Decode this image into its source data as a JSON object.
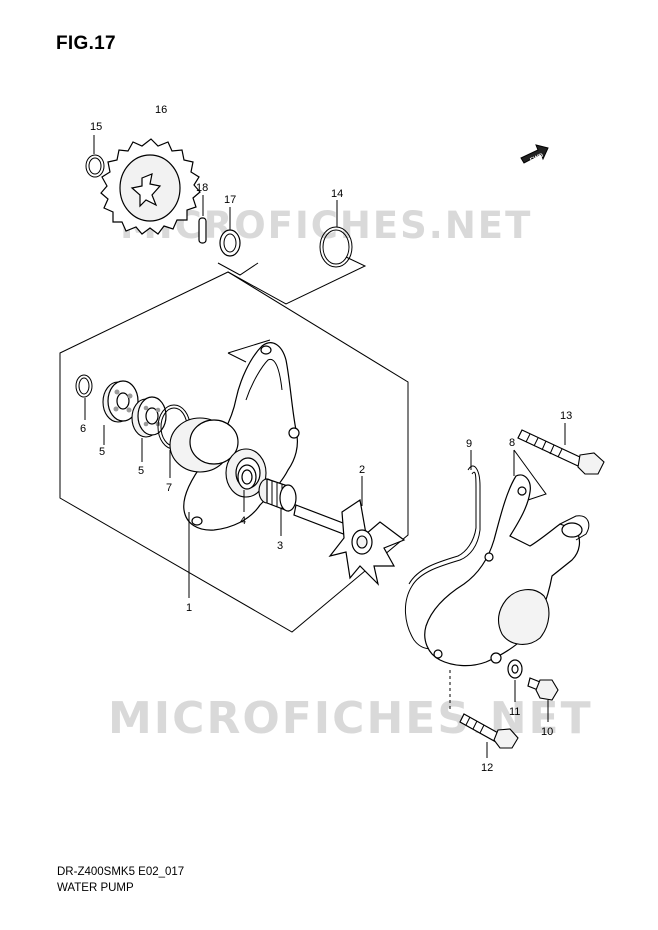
{
  "figure": {
    "title": "FIG.17",
    "code": "DR-Z400SMK5 E02_017",
    "name": "WATER PUMP"
  },
  "watermark": "MICROFICHES.NET",
  "fwd_badge": "FWD",
  "callouts": [
    "1",
    "2",
    "3",
    "4",
    "5",
    "5",
    "6",
    "7",
    "8",
    "9",
    "10",
    "11",
    "12",
    "13",
    "14",
    "15",
    "16",
    "17",
    "18"
  ]
}
